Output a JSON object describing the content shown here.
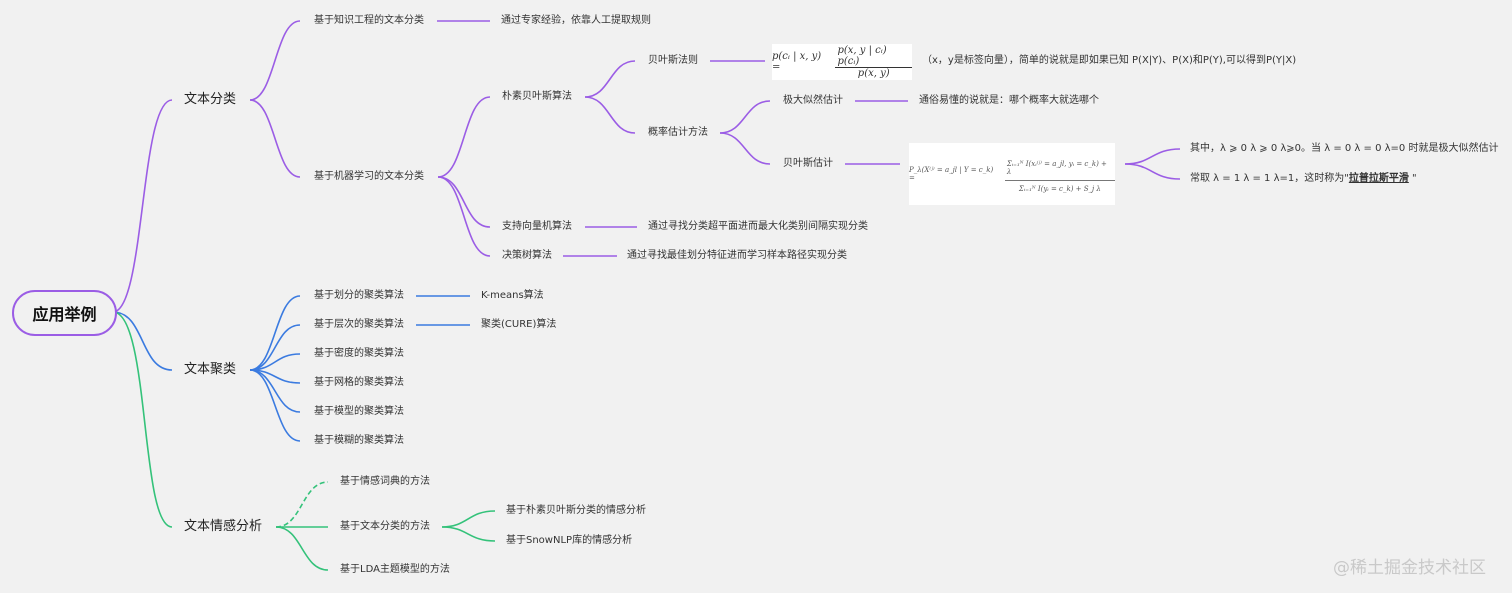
{
  "root": "应用举例",
  "colors": {
    "classification": "#9b5de5",
    "clustering": "#3b7be0",
    "sentiment": "#34c27a",
    "background": "#f1f1f1"
  },
  "classification": {
    "label": "文本分类",
    "knowledge": {
      "label": "基于知识工程的文本分类",
      "note": "通过专家经验，依靠人工提取规则"
    },
    "ml": {
      "label": "基于机器学习的文本分类",
      "naive_bayes": {
        "label": "朴素贝叶斯算法",
        "bayes_rule": {
          "label": "贝叶斯法则",
          "formula_lhs": "p(cᵢ | x, y) =",
          "formula_num": "p(x, y | cᵢ) p(cᵢ)",
          "formula_den": "p(x, y)",
          "note": "（x，y是标签向量），简单的说就是即如果已知 P(X|Y)、P(X)和P(Y),可以得到P(Y|X)"
        },
        "estimation": {
          "label": "概率估计方法",
          "mle": {
            "label": "极大似然估计",
            "note": "通俗易懂的说就是：哪个概率大就选哪个"
          },
          "bayes_est": {
            "label": "贝叶斯估计",
            "formula_lhs": "P_λ(X⁽ʲ⁾ = a_jl | Y = c_k) =",
            "formula_num": "Σᵢ₌₁ᴺ I(xᵢ⁽ʲ⁾ = a_jl, yᵢ = c_k) + λ",
            "formula_den": "Σᵢ₌₁ᴺ I(yᵢ = c_k) + S_j λ",
            "note1": "其中，λ ⩾ 0 λ ⩾ 0 λ⩾0。当 λ = 0 λ = 0 λ=0 时就是极大似然估计",
            "note2_prefix": "常取 λ = 1 λ = 1 λ=1，这时称为\"",
            "note2_bold": "拉普拉斯平滑",
            "note2_suffix": " \""
          }
        }
      },
      "svm": {
        "label": "支持向量机算法",
        "note": "通过寻找分类超平面进而最大化类别间隔实现分类"
      },
      "tree": {
        "label": "决策树算法",
        "note": "通过寻找最佳划分特征进而学习样本路径实现分类"
      }
    }
  },
  "clustering": {
    "label": "文本聚类",
    "items": [
      "基于划分的聚类算法",
      "基于层次的聚类算法",
      "基于密度的聚类算法",
      "基于网格的聚类算法",
      "基于模型的聚类算法",
      "基于模糊的聚类算法"
    ],
    "notes": [
      "K-means算法",
      "聚类(CURE)算法"
    ]
  },
  "sentiment": {
    "label": "文本情感分析",
    "items": [
      "基于情感词典的方法",
      "基于文本分类的方法",
      "基于LDA主题模型的方法"
    ],
    "sub": [
      "基于朴素贝叶斯分类的情感分析",
      "基于SnowNLP库的情感分析"
    ]
  },
  "watermark": "@稀土掘金技术社区"
}
